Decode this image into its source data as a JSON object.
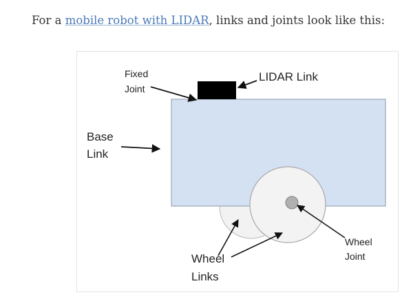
{
  "intro": {
    "before": "For a ",
    "link": "mobile robot with LIDAR",
    "after": ", links and joints look like this:"
  },
  "diagram": {
    "fixed_joint_line1": "Fixed",
    "fixed_joint_line2": "Joint",
    "lidar_link": "LIDAR Link",
    "base_link_line1": "Base",
    "base_link_line2": "Link",
    "wheel_links_line1": "Wheel",
    "wheel_links_line2": "Links",
    "wheel_joint_line1": "Wheel",
    "wheel_joint_line2": "Joint"
  },
  "colors": {
    "link": "#4a7ab8",
    "base_fill": "#d3e1f3",
    "base_stroke": "#9aa6b3",
    "wheel_fill": "#f0f0f0",
    "lidar_fill": "#000000"
  }
}
